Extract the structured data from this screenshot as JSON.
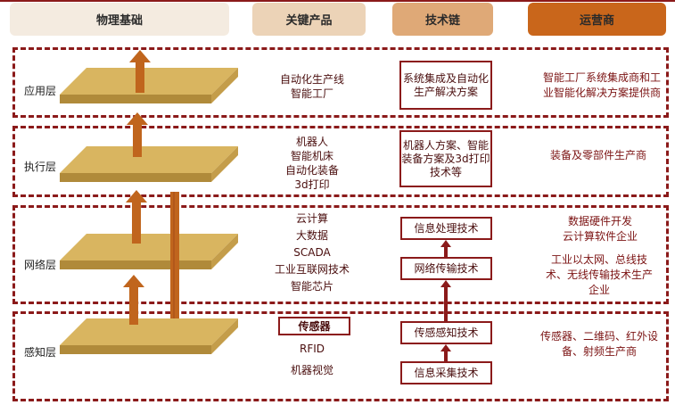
{
  "headers": [
    "物理基础",
    "关键产品",
    "技术链",
    "运营商"
  ],
  "colors": {
    "accent": "#8b1a1a",
    "arrow": "#c0651d",
    "platform": "#d9b560"
  },
  "layers": [
    {
      "name": "应用层",
      "products": [
        "自动化生产线",
        "智能工厂"
      ],
      "tech": [
        "系统集成及自动化生产解决方案"
      ],
      "operator": "智能工厂系统集成商和工业智能化解决方案提供商"
    },
    {
      "name": "执行层",
      "products": [
        "机器人",
        "智能机床",
        "自动化装备",
        "3d打印"
      ],
      "tech": [
        "机器人方案、智能装备方案及3d打印技术等"
      ],
      "operator": "装备及零部件生产商"
    },
    {
      "name": "网络层",
      "products": [
        "云计算",
        "大数据",
        "SCADA",
        "工业互联网技术",
        "智能芯片"
      ],
      "tech": [
        "信息处理技术",
        "网络传输技术"
      ],
      "operator": [
        "数据硬件开发",
        "云计算软件企业",
        "工业以太网、总线技术、无线传输技术生产企业"
      ]
    },
    {
      "name": "感知层",
      "products": [
        "传感器",
        "RFID",
        "机器视觉"
      ],
      "tech": [
        "传感感知技术",
        "信息采集技术"
      ],
      "operator": "传感器、二维码、红外设备、射频生产商"
    }
  ]
}
